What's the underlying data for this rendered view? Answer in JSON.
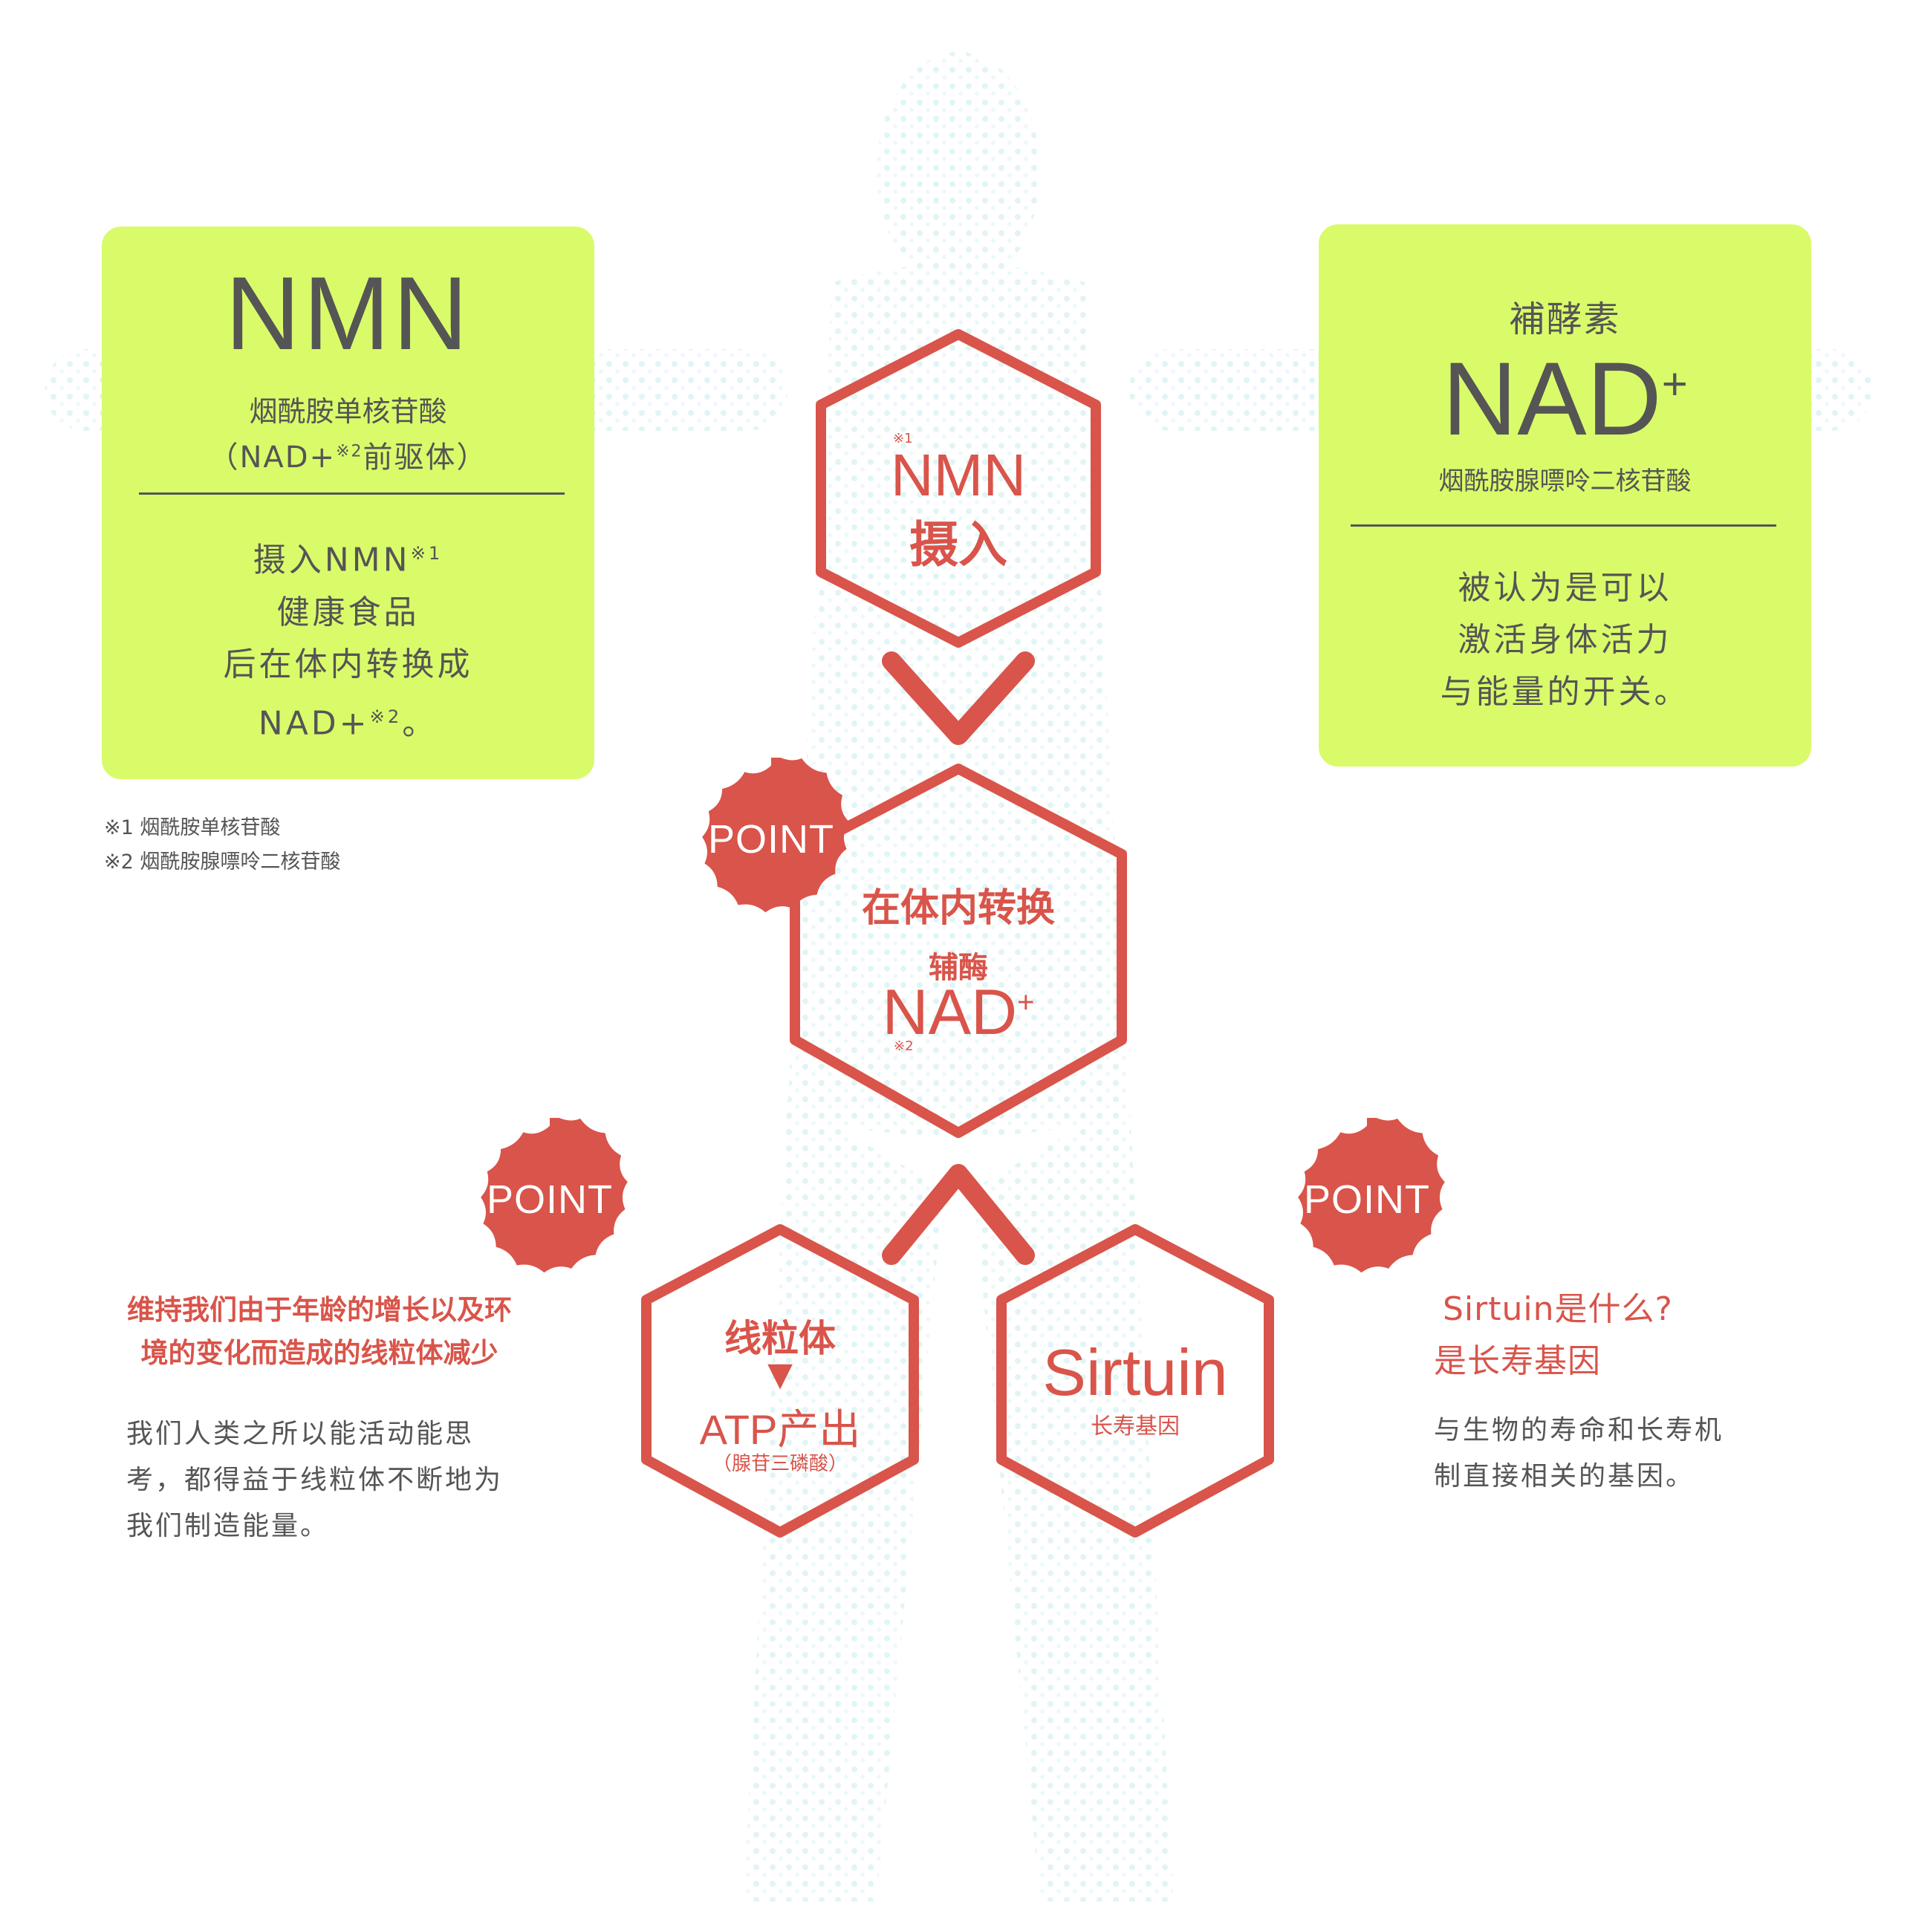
{
  "colors": {
    "accent_red": "#d9544a",
    "card_green": "#d9fb6a",
    "text_gray": "#555555"
  },
  "left_card": {
    "title": "NMN",
    "subtitle": "烟酰胺单核苷酸",
    "precursor_pre": "（NAD+",
    "precursor_note": "※2",
    "precursor_post": "前驱体）",
    "body_line1_text": "摄入NMN",
    "body_line1_note": "※1",
    "body_line2": "健康食品",
    "body_line3": "后在体内转换成",
    "body_line4_text": "NAD+",
    "body_line4_note": "※2",
    "body_line4_end": "。"
  },
  "footnotes": [
    "※1 烟酰胺单核苷酸",
    "※2 烟酰胺腺嘌呤二核苷酸"
  ],
  "right_card": {
    "label": "補酵素",
    "title": "NAD",
    "title_sup": "+",
    "subtitle": "烟酰胺腺嘌呤二核苷酸",
    "body": [
      "被认为是可以",
      "激活身体活力",
      "与能量的开关。"
    ]
  },
  "hex_nmn": {
    "note": "※1",
    "title": "NMN",
    "action": "摄入"
  },
  "hex_nad": {
    "convert": "在体内转换",
    "label": "辅酶",
    "title": "NAD",
    "title_sup": "+",
    "note": "※2"
  },
  "hex_mito": {
    "title": "线粒体",
    "arrow": "▼",
    "result": "ATP产出",
    "detail": "（腺苷三磷酸）"
  },
  "hex_sirtuin": {
    "title": "Sirtuin",
    "subtitle": "长寿基因"
  },
  "badges": {
    "label": "POINT"
  },
  "left_point": {
    "heading": [
      "维持我们由于年龄的增长以及环",
      "境的变化而造成的线粒体减少"
    ],
    "body": [
      "我们人类之所以能活动能思",
      "考，都得益于线粒体不断地为",
      "我们制造能量。"
    ]
  },
  "right_point": {
    "heading": [
      "Sirtuin是什么?",
      "是长寿基因"
    ],
    "body": [
      "与生物的寿命和长寿机",
      "制直接相关的基因。"
    ]
  }
}
